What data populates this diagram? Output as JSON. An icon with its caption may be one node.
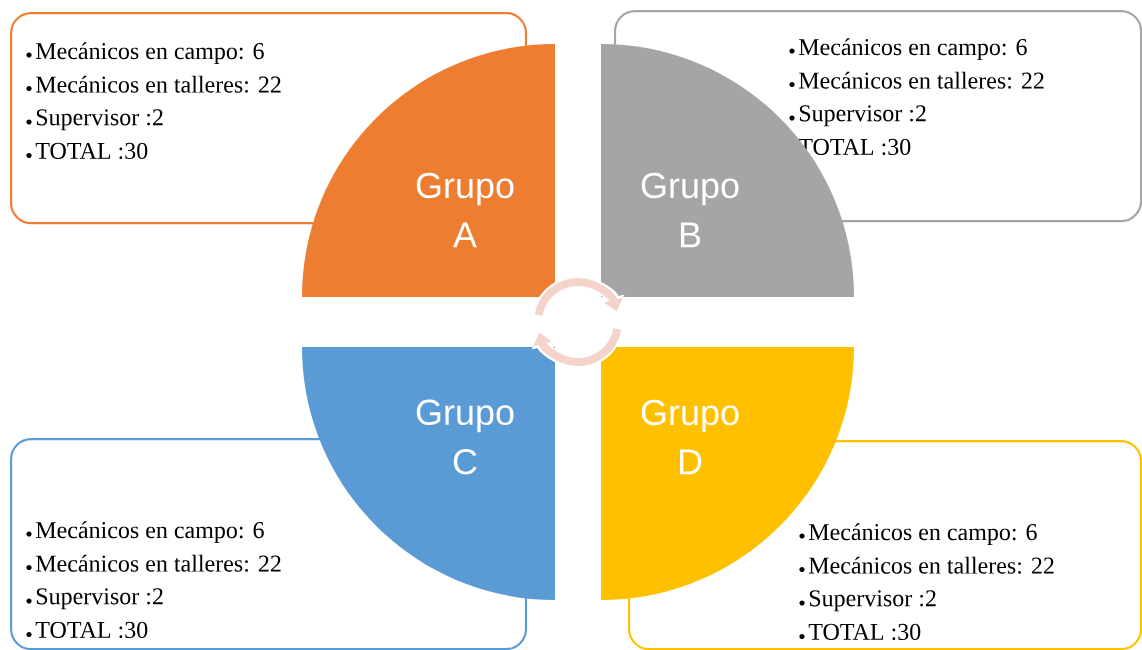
{
  "diagram": {
    "nodes": [
      {
        "text": [
          "Mecánicos en campo: 6",
          "Mecánicos en talleres: 22",
          "Supervisor :2",
          "TOTAL :30"
        ]
      },
      {
        "text": [
          "Mecánicos en campo: 6",
          "Mecánicos en talleres: 22",
          "Supervisor :2",
          "TOTAL :30"
        ]
      },
      {
        "text": [
          "Mecánicos en campo: 6",
          "Mecánicos en talleres: 22",
          "Supervisor :2",
          "TOTAL :30"
        ]
      },
      {
        "text": [
          "Mecánicos en campo: 6",
          "Mecánicos en talleres: 22",
          "Supervisor :2",
          "TOTAL :30"
        ]
      },
      {
        "text": [
          "Grupo A"
        ]
      },
      {
        "text": [
          "Grupo B"
        ]
      },
      {
        "text": [
          "Grupo C"
        ]
      },
      {
        "text": [
          "Grupo D"
        ]
      }
    ]
  }
}
